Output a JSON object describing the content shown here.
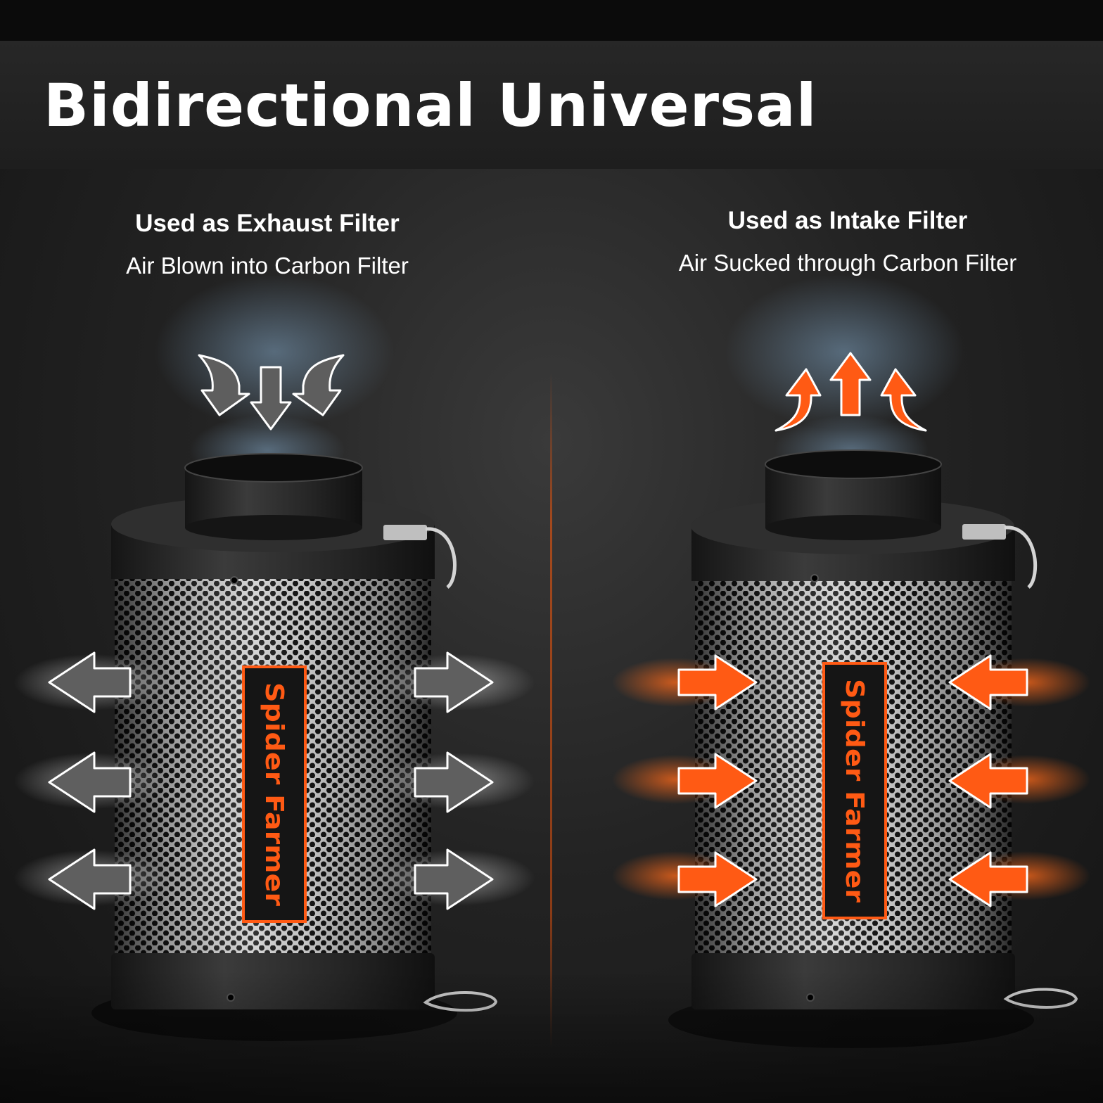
{
  "headline": "Bidirectional Universal",
  "exhaust": {
    "title": "Used as Exhaust Filter",
    "subtitle": "Air Blown into Carbon Filter",
    "arrow_color": "#606060"
  },
  "intake": {
    "title": "Used as Intake Filter",
    "subtitle": "Air Sucked through Carbon Filter",
    "arrow_color": "#ff5a14"
  },
  "brand": {
    "name": "Spider Farmer",
    "accent": "#ff5a14"
  },
  "colors": {
    "background": "#232323",
    "divider": "#a4491d",
    "text": "#ffffff"
  }
}
